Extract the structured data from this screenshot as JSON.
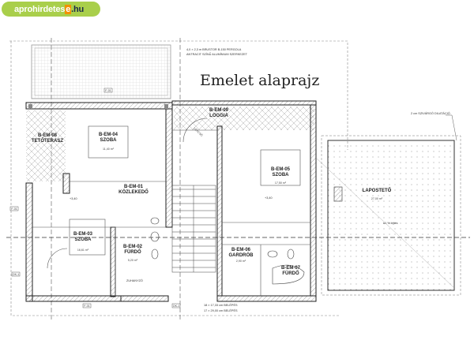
{
  "watermark": {
    "part1": "aprohirdetes",
    "part2": "e",
    "part3": ".hu"
  },
  "title": "Emelet alaprajz",
  "notes": {
    "pergola_1": "4,0 × 2,3 m BRUSTOR B-150 PERGOLA",
    "pergola_2": "ANTRACIT SZÍNŰ ALUMÍNIUM SZERKEZET",
    "dilatation": "2 cm SZIVÁRGÓ DILATÁCIÓ",
    "stairs_1": "18 × 17,33 cm BELÉPÉS",
    "stairs_2": "17 × 29,00 cm BELÉPÉS",
    "shower": "ZUHANYZÓ",
    "stairs_dir": "LÉPCSŐ",
    "slope": "≤1 % lejtés",
    "level_1": "+3,40",
    "level_2": "+3,40"
  },
  "rooms": [
    {
      "code": "B-EM-08",
      "name": "TETŐTERASZ",
      "area": ""
    },
    {
      "code": "B-EM-04",
      "name": "SZOBA",
      "area": "11,40 m²"
    },
    {
      "code": "B-EM-09",
      "name": "LOGGIA",
      "area": ""
    },
    {
      "code": "B-EM-01",
      "name": "KÖZLEKEDŐ",
      "area": ""
    },
    {
      "code": "B-EM-03",
      "name": "SZOBA",
      "area": "16,61 m²"
    },
    {
      "code": "B-EM-02",
      "name": "FÜRDŐ",
      "area": "5,20 m²"
    },
    {
      "code": "B-EM-05",
      "name": "SZOBA",
      "area": "17,50 m²"
    },
    {
      "code": "B-EM-06",
      "name": "GARDRÓB",
      "area": "2,90 m²"
    },
    {
      "code": "B-EM-07",
      "name": "FÜRDŐ",
      "area": ""
    },
    {
      "code": "",
      "name": "LAPOSTETŐ",
      "area": "27,00 m²"
    }
  ],
  "tags": {
    "f1": "F-01",
    "f2": "F-01",
    "f3": "F-01",
    "ok1": "OK-1",
    "ok2": "OK-1"
  }
}
